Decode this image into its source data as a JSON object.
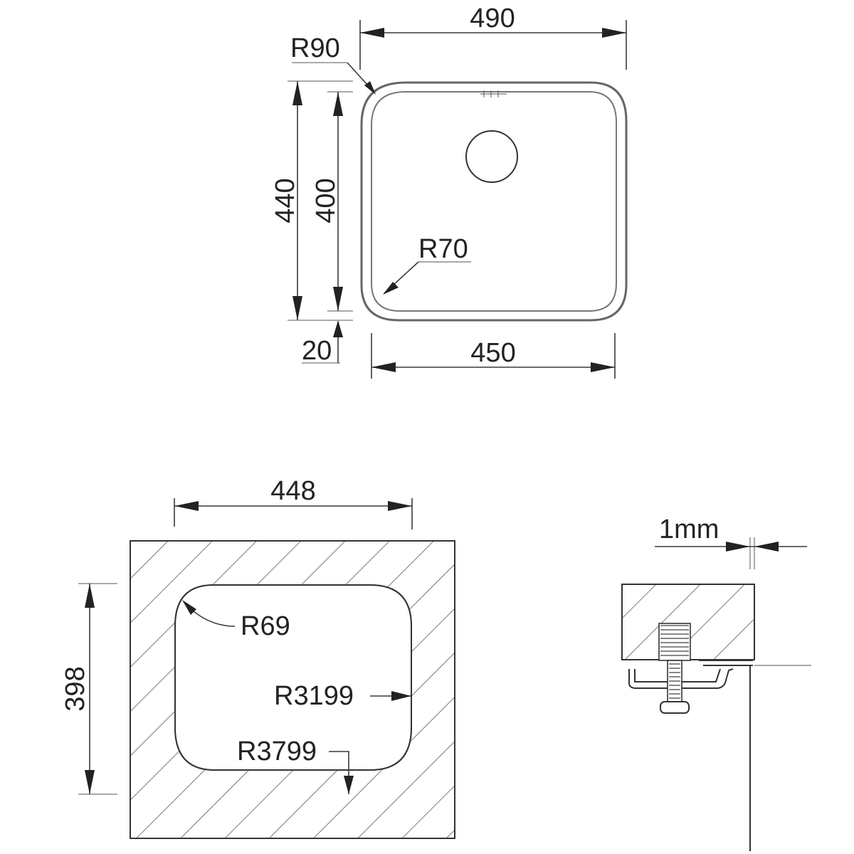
{
  "sink_top_view": {
    "width_overall": "490",
    "depth_overall": "440",
    "depth_bowl": "400",
    "width_bowl": "450",
    "offset": "20",
    "corner_radius_outer": "R90",
    "corner_radius_inner": "R70"
  },
  "cutout": {
    "width": "448",
    "depth": "398",
    "corner_radius": "R69",
    "side_radius": "R3199",
    "front_radius": "R3799"
  },
  "clip_detail": {
    "gap": "1mm"
  }
}
